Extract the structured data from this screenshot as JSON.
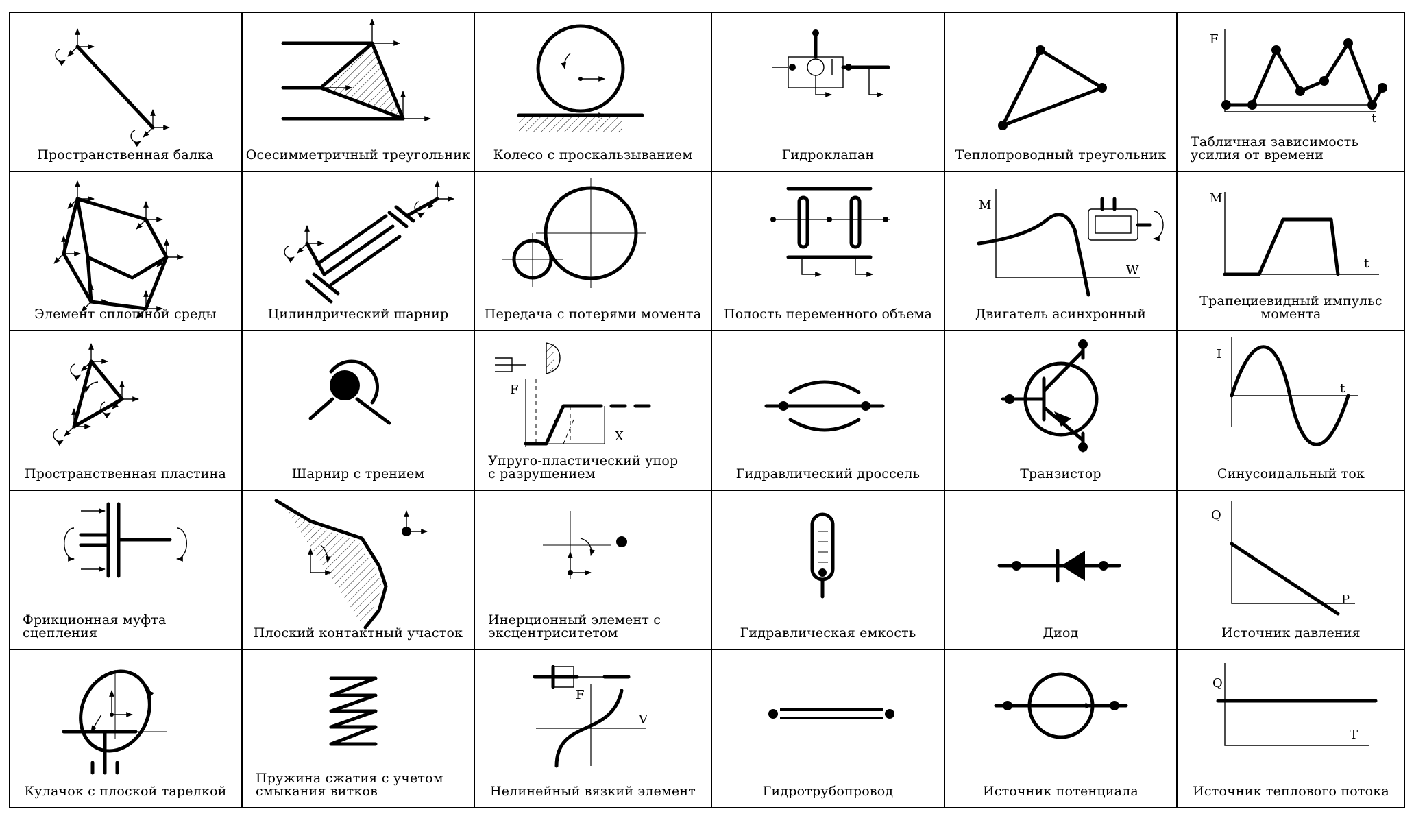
{
  "rows": [
    [
      {
        "id": "space-beam",
        "caption": "Пространственная балка",
        "align": "center"
      },
      {
        "id": "axisym-triangle",
        "caption": "Осесимметричный  треугольник",
        "align": "center"
      },
      {
        "id": "wheel-slip",
        "caption": "Колесо  с  проскальзыванием",
        "align": "center"
      },
      {
        "id": "hydro-valve",
        "caption": "Гидроклапан",
        "align": "center"
      },
      {
        "id": "heat-triangle",
        "caption": "Теплопроводный треугольник",
        "align": "center"
      },
      {
        "id": "table-force",
        "caption": "Табличная зависимость\nусилия от времени",
        "align": "left",
        "labels": {
          "y": "F",
          "x": "t"
        }
      }
    ],
    [
      {
        "id": "continuum",
        "caption": "Элемент сплошной среды",
        "align": "center"
      },
      {
        "id": "cyl-hinge",
        "caption": "Цилиндрический шарнир",
        "align": "center"
      },
      {
        "id": "gear-loss",
        "caption": "Передача с потерями момента",
        "align": "center"
      },
      {
        "id": "var-cavity",
        "caption": "Полость переменного объема",
        "align": "center"
      },
      {
        "id": "async-motor",
        "caption": "Двигатель  асинхронный",
        "align": "center",
        "labels": {
          "y": "M",
          "x": "W"
        }
      },
      {
        "id": "trap-impulse",
        "caption": "Трапециевидный  импульс\nмомента",
        "align": "center",
        "labels": {
          "y": "M",
          "x": "t"
        }
      }
    ],
    [
      {
        "id": "space-plate",
        "caption": "Пространственная пластина",
        "align": "center"
      },
      {
        "id": "friction-hinge",
        "caption": "Шарнир  с  трением",
        "align": "center"
      },
      {
        "id": "elastoplastic",
        "caption": "Упруго-пластический  упор\nс разрушением",
        "align": "left",
        "labels": {
          "y": "F",
          "x": "X"
        }
      },
      {
        "id": "hydro-throttle",
        "caption": "Гидравлический  дроссель",
        "align": "center"
      },
      {
        "id": "transistor",
        "caption": "Транзистор",
        "align": "center"
      },
      {
        "id": "sine-current",
        "caption": "Синусоидальный  ток",
        "align": "center",
        "labels": {
          "y": "I",
          "x": "t"
        }
      }
    ],
    [
      {
        "id": "friction-clutch",
        "caption": "Фрикционная  муфта\nсцепления",
        "align": "left"
      },
      {
        "id": "flat-contact",
        "caption": "Плоский контактный участок",
        "align": "center"
      },
      {
        "id": "inertial-ecc",
        "caption": "Инерционный элемент с\nэксцентриситетом",
        "align": "left"
      },
      {
        "id": "hydro-capacity",
        "caption": "Гидравлическая    емкость",
        "align": "center"
      },
      {
        "id": "diode",
        "caption": "Диод",
        "align": "center"
      },
      {
        "id": "pressure-source",
        "caption": "Источник  давления",
        "align": "center",
        "labels": {
          "y": "Q",
          "x": "P"
        }
      }
    ],
    [
      {
        "id": "cam-flat",
        "caption": "Кулачок с плоской тарелкой",
        "align": "center"
      },
      {
        "id": "spring",
        "caption": "Пружина сжатия с учетом\nсмыкания витков",
        "align": "left"
      },
      {
        "id": "nonlinear-visc",
        "caption": "Нелинейный вязкий элемент",
        "align": "center",
        "labels": {
          "y": "F",
          "x": "V"
        }
      },
      {
        "id": "hydro-pipe",
        "caption": "Гидротрубопровод",
        "align": "center"
      },
      {
        "id": "potential-source",
        "caption": "Источник    потенциала",
        "align": "center"
      },
      {
        "id": "heat-source",
        "caption": "Источник  теплового  потока",
        "align": "center",
        "labels": {
          "y": "Q",
          "x": "T"
        }
      }
    ]
  ]
}
